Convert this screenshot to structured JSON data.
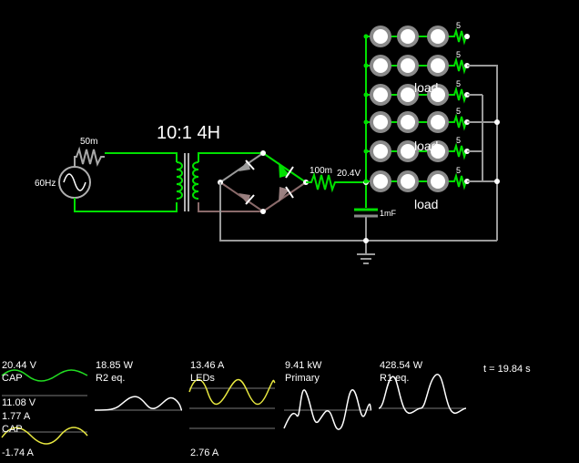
{
  "circuit": {
    "transformer_label": "10:1 4H",
    "source_label": "60Hz",
    "primary_resistor_label": "50m",
    "series_resistor_label": "100m",
    "node_voltage_label": "20.4V",
    "capacitor_label": "1mF",
    "led_resistor_label": "5",
    "load_labels": [
      "load",
      "load",
      "load"
    ]
  },
  "scopes": [
    {
      "top_value": "20.44 V",
      "top_name": "CAP",
      "bottom_value": "11.08 V",
      "second_top_value": "1.77 A",
      "second_name": "CAP",
      "second_bottom_value": "-1.74 A",
      "colors": [
        "#22dd22",
        "#e8e840"
      ]
    },
    {
      "top_value": "18.85 W",
      "name": "R2 eq.",
      "color": "#ffffff"
    },
    {
      "top_value": "13.46 A",
      "name": "LEDs",
      "bottom_value": "2.76 A",
      "color": "#e8e840"
    },
    {
      "top_value": "9.41 kW",
      "name": "Primary",
      "color": "#ffffff"
    },
    {
      "top_value": "428.54 W",
      "name": "R1 eq.",
      "color": "#ffffff"
    }
  ],
  "time_label": "t = 19.84 s"
}
